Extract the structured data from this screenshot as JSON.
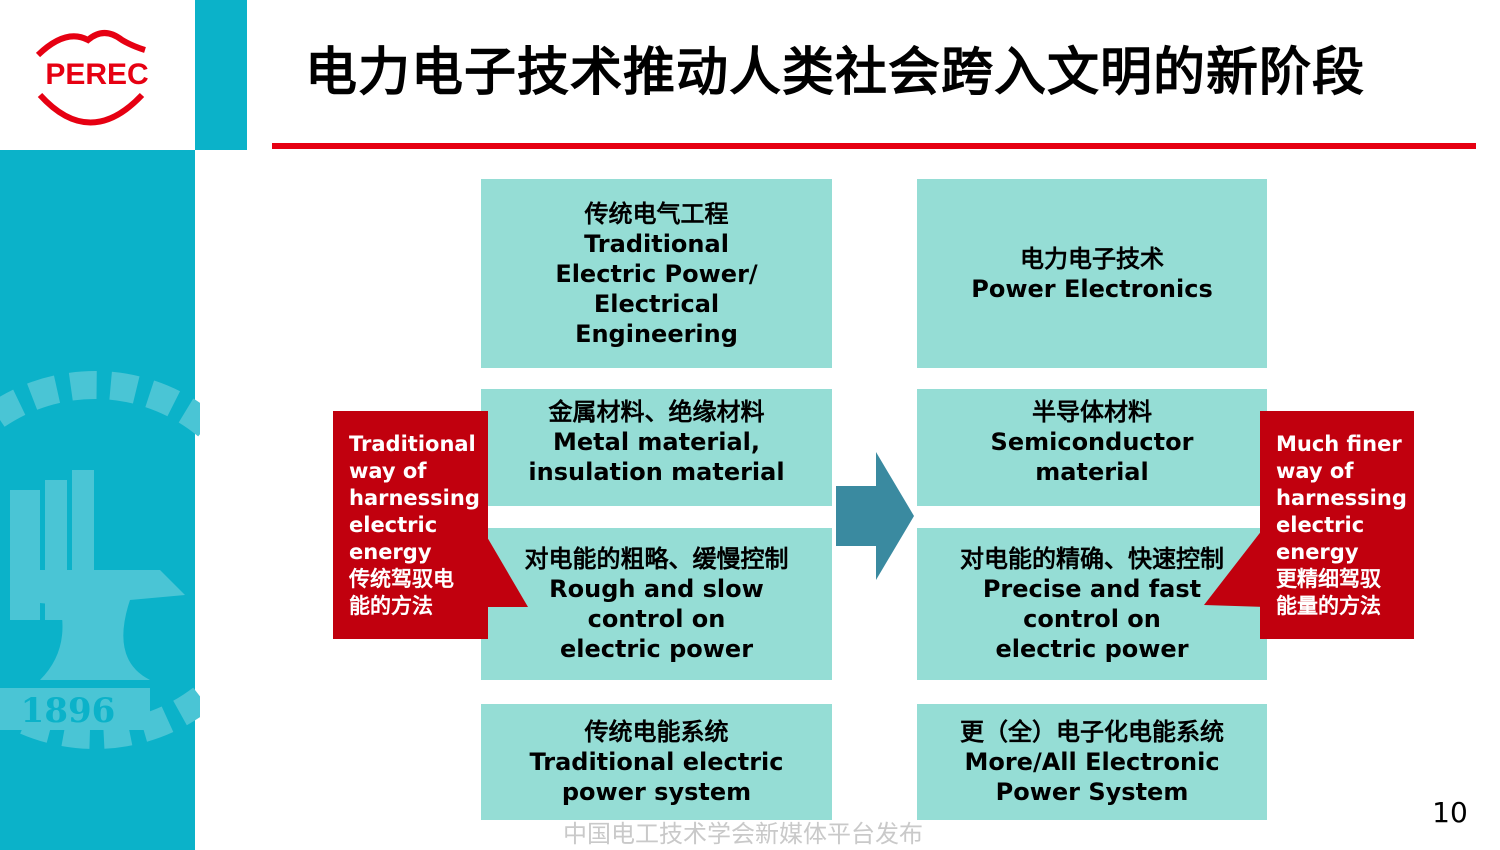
{
  "logo": {
    "text": "PEREC"
  },
  "emblem": {
    "year": "1896"
  },
  "title": "电力电子技术推动人类社会跨入文明的新阶段",
  "left_column": {
    "field": [
      "传统电气工程",
      "Traditional",
      "Electric Power/",
      "Electrical",
      "Engineering"
    ],
    "material": [
      "金属材料、绝缘材料",
      "Metal material,",
      "insulation material"
    ],
    "control": [
      "对电能的粗略、缓慢控制",
      "Rough and slow",
      "control on",
      "electric power"
    ],
    "system": [
      "传统电能系统",
      "Traditional electric",
      "power system"
    ]
  },
  "right_column": {
    "field": [
      "电力电子技术",
      "Power Electronics"
    ],
    "material": [
      "半导体材料",
      "Semiconductor",
      "material"
    ],
    "control": [
      "对电能的精确、快速控制",
      "Precise and fast",
      "control on",
      "electric power"
    ],
    "system": [
      "更（全）电子化电能系统",
      "More/All Electronic",
      "Power System"
    ]
  },
  "left_callout": [
    "Traditional",
    "way of",
    "harnessing",
    "electric",
    "energy",
    "传统驾驭电",
    "能的方法"
  ],
  "right_callout": [
    "Much finer",
    "way of",
    "harnessing",
    "electric",
    "energy",
    "更精细驾驭",
    "能量的方法"
  ],
  "footer_credit": "中国电工技术学会新媒体平台发布",
  "page_number": "10",
  "colors": {
    "teal_sidebar": "#0bb2c9",
    "box_fill": "#95ddd5",
    "callout_red": "#c1000e",
    "title_rule_red": "#e60012",
    "arrow_blue": "#3a8aa0"
  },
  "icons": {
    "arrow": "right-arrow-icon",
    "emblem": "university-emblem-icon"
  }
}
